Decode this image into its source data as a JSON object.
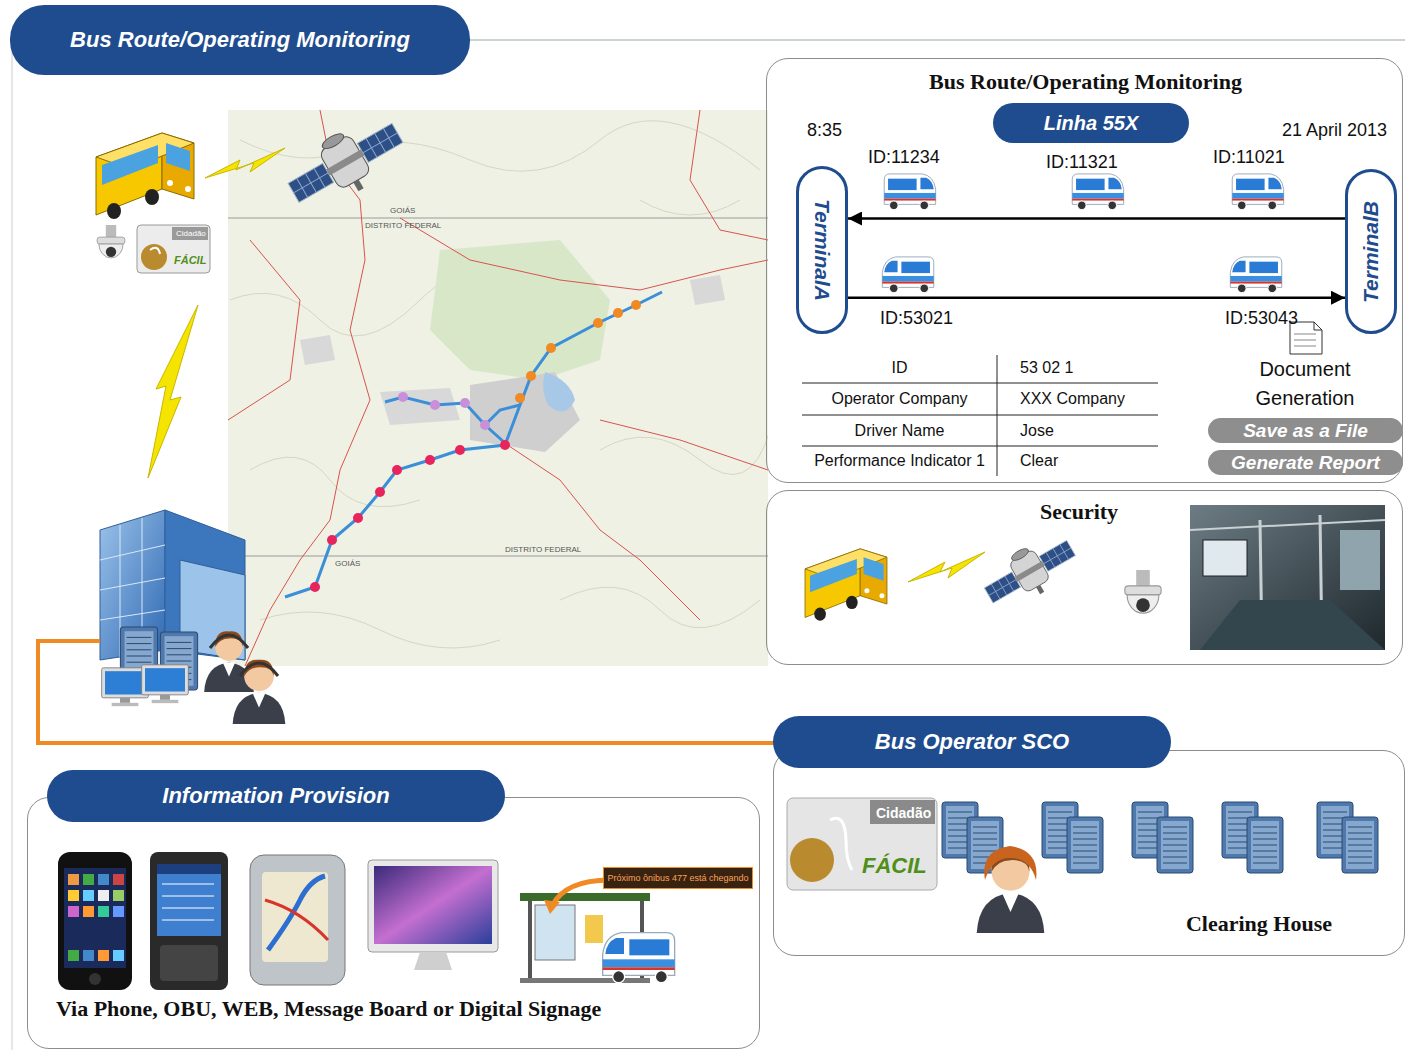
{
  "diagram": {
    "nodes": [
      {
        "text": [
          "Bus Route/Operating Monitoring"
        ]
      },
      {
        "text": [
          "Bus Route/Operating Monitoring"
        ]
      },
      {
        "text": [
          "Linha 55X"
        ],
        "in": 1
      },
      {
        "text": [
          "TerminalA"
        ],
        "in": 1
      },
      {
        "text": [
          "TerminalB"
        ],
        "in": 1
      },
      {
        "text": [
          "Save as a File"
        ],
        "in": 1
      },
      {
        "text": [
          "Generate Report"
        ],
        "in": 1
      },
      {
        "text": [
          "Security"
        ]
      },
      {
        "text": [
          "Bus Operator SCO"
        ]
      },
      {
        "text": [
          "Clearing House"
        ]
      },
      {
        "text": [
          "Information Provision"
        ]
      },
      {
        "text": [
          "Via Phone, OBU, WEB, Message Board or Digital Signage"
        ]
      },
      {
        "text": [
          "Próximo ônibus 477 está chegando"
        ],
        "in": 11
      }
    ],
    "edges": [
      {
        "from": 4,
        "to": 3,
        "arrow": "to"
      },
      {
        "from": 3,
        "to": 4,
        "arrow": "to"
      }
    ],
    "labels": [
      "8:35",
      "21 April 2013",
      "ID:11234",
      "ID:11321",
      "ID:11021",
      "ID:53021",
      "ID:53043",
      "ID",
      "53 02 1",
      "Operator Company",
      "XXX Company",
      "Driver Name",
      "Jose",
      "Performance Indicator 1",
      "Clear",
      "Document Generation",
      "Cidadão",
      "FÁCIL",
      "Cidadão",
      "FÁCIL",
      "GOIÁS",
      "DISTRITO FEDERAL",
      "DISTRITO FEDERAL",
      "GOIÁS"
    ]
  }
}
